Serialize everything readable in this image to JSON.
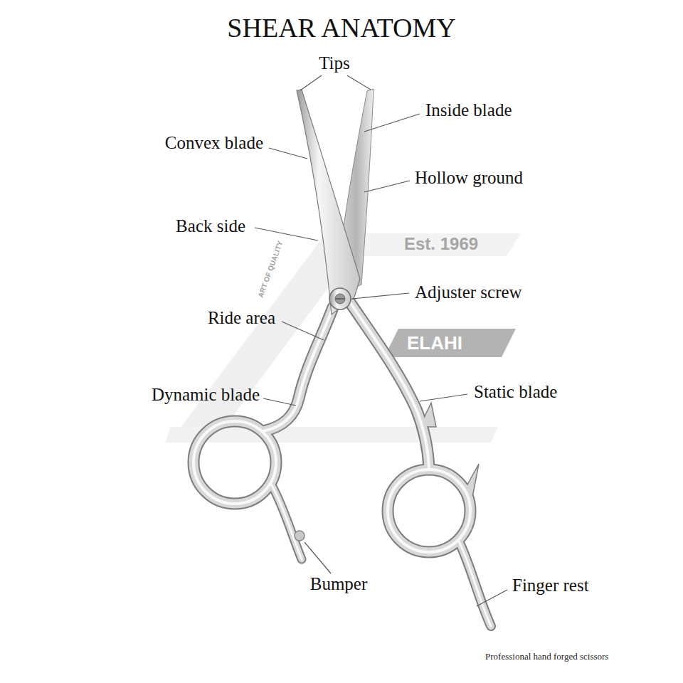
{
  "diagram": {
    "title": "SHEAR ANATOMY",
    "caption": "Professional hand forged scissors",
    "labels": [
      "Tips",
      "Inside blade",
      "Convex blade",
      "Hollow ground",
      "Back side",
      "Est. 1969",
      "Adjuster screw",
      "Ride area",
      "ELAHI",
      "Static blade",
      "Dynamic blade",
      "Bumper",
      "Finger rest",
      "ART OF QUALITY"
    ]
  }
}
